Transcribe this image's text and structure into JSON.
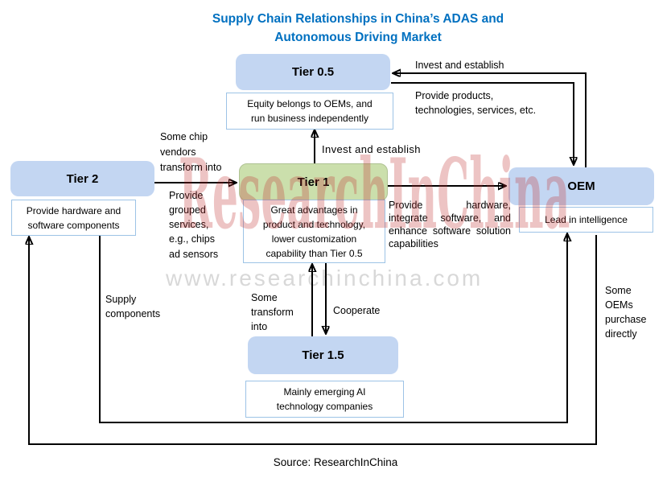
{
  "title": {
    "text": "Supply Chain Relationships in China’s ADAS and\nAutonomous Driving Market"
  },
  "colors": {
    "title_blue": "#0070C0",
    "node_blue": "#C3D6F2",
    "node_green": "#CBDFAC",
    "caption_border": "#9DC3E6",
    "arrow": "#000000",
    "watermark_red": "#C23030",
    "watermark_gray": "#D8D8D8"
  },
  "nodes": {
    "tier05": {
      "label": "Tier 0.5",
      "caption": "Equity belongs to OEMs, and\nrun business independently"
    },
    "tier2": {
      "label": "Tier 2",
      "caption": "Provide hardware and\nsoftware components"
    },
    "tier1": {
      "label": "Tier 1",
      "caption": "Great advantages in\nproduct and technology,\nlower customization\ncapability than Tier 0.5"
    },
    "oem": {
      "label": "OEM",
      "caption": "Lead in intelligence"
    },
    "tier15": {
      "label": "Tier 1.5",
      "caption": "Mainly emerging AI\ntechnology companies"
    }
  },
  "edges": {
    "oem_to_tier05": "Invest and establish",
    "tier05_to_oem": "Provide products,\ntechnologies, services, etc.",
    "tier1_to_tier05": "Invest and establish",
    "tier2_to_tier1_top": "Some chip\nvendors\ntransform into",
    "tier2_to_tier1_bottom": "Provide\ngrouped\nservices,\ne.g., chips\nad sensors",
    "tier1_to_oem": "Provide hardware, integrate software, and enhance software solution capabilities",
    "tier2_to_oem": "Supply\ncomponents",
    "tier15_to_tier1": "Some\ntransform\ninto",
    "tier1_to_tier15": "Cooperate",
    "oem_to_tier2": "Some\nOEMs\npurchase\ndirectly"
  },
  "watermark": {
    "line1": "ResearchInChina",
    "line2": "www.researchinchina.com"
  },
  "source": "Source: ResearchInChina"
}
